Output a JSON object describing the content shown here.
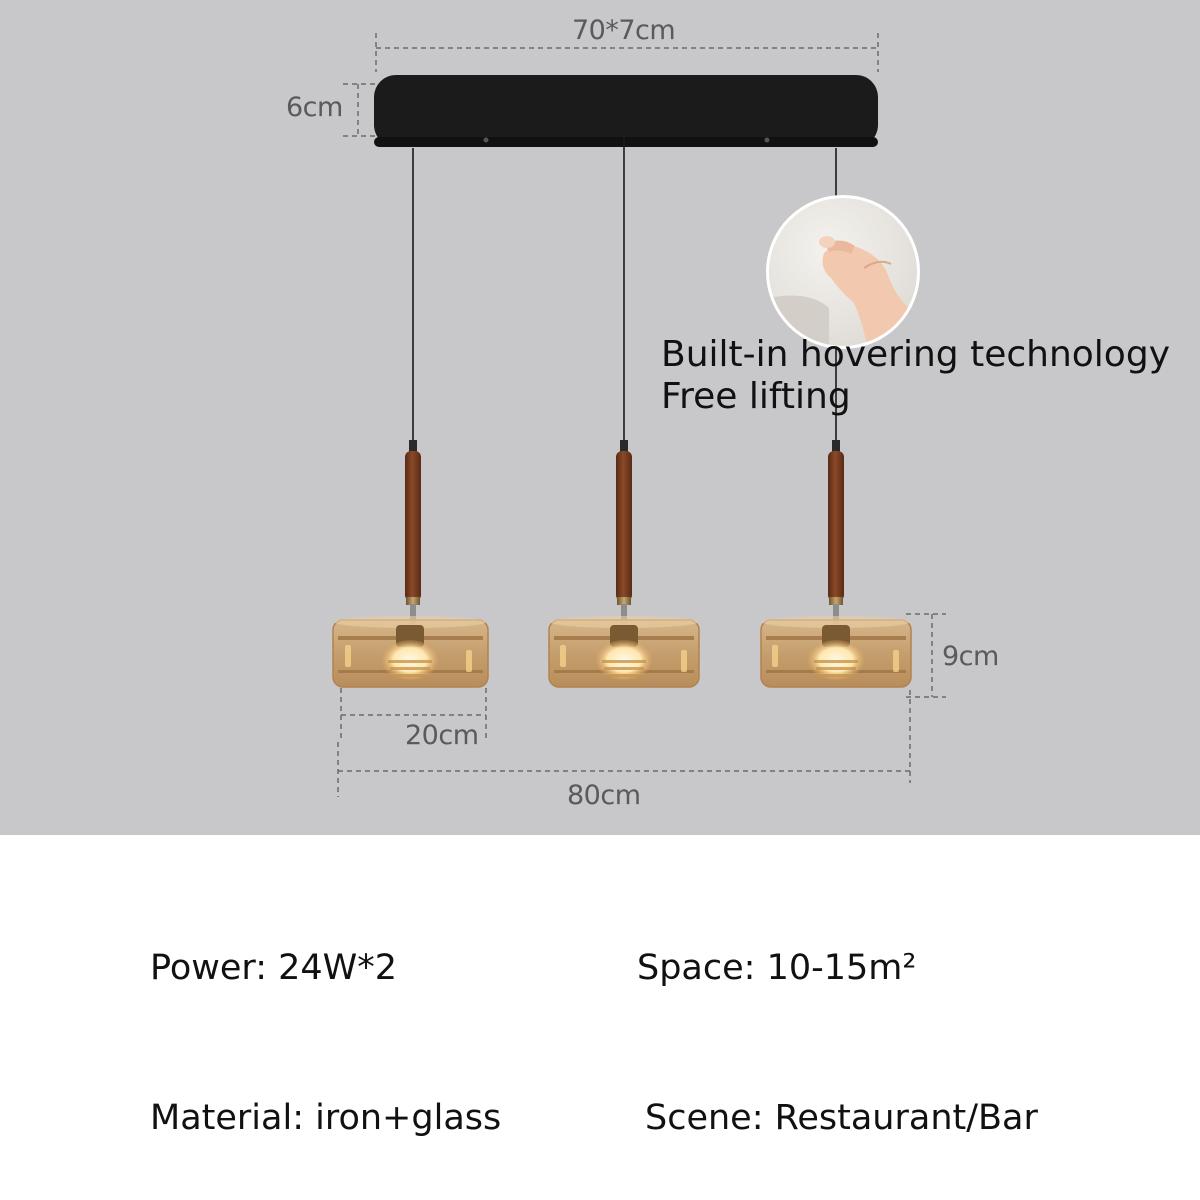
{
  "dimensions": {
    "top_width": "70*7cm",
    "canopy_height": "6cm",
    "shade_height": "9cm",
    "shade_diameter": "20cm",
    "total_width": "80cm"
  },
  "feature_text": {
    "line1": "Built-in hovering technology",
    "line2": "Free lifting"
  },
  "specs": {
    "power": "Power: 24W*2",
    "space": "Space: 10-15m²",
    "material": "Material: iron+glass",
    "scene": "Scene: Restaurant/Bar"
  },
  "colors": {
    "background": "#c8c7ca",
    "canopy": "#1c1c1c",
    "wood": "#7a3f22",
    "amber_glass": "#c9a06a"
  },
  "icons": [
    "hand-pinch-icon"
  ]
}
